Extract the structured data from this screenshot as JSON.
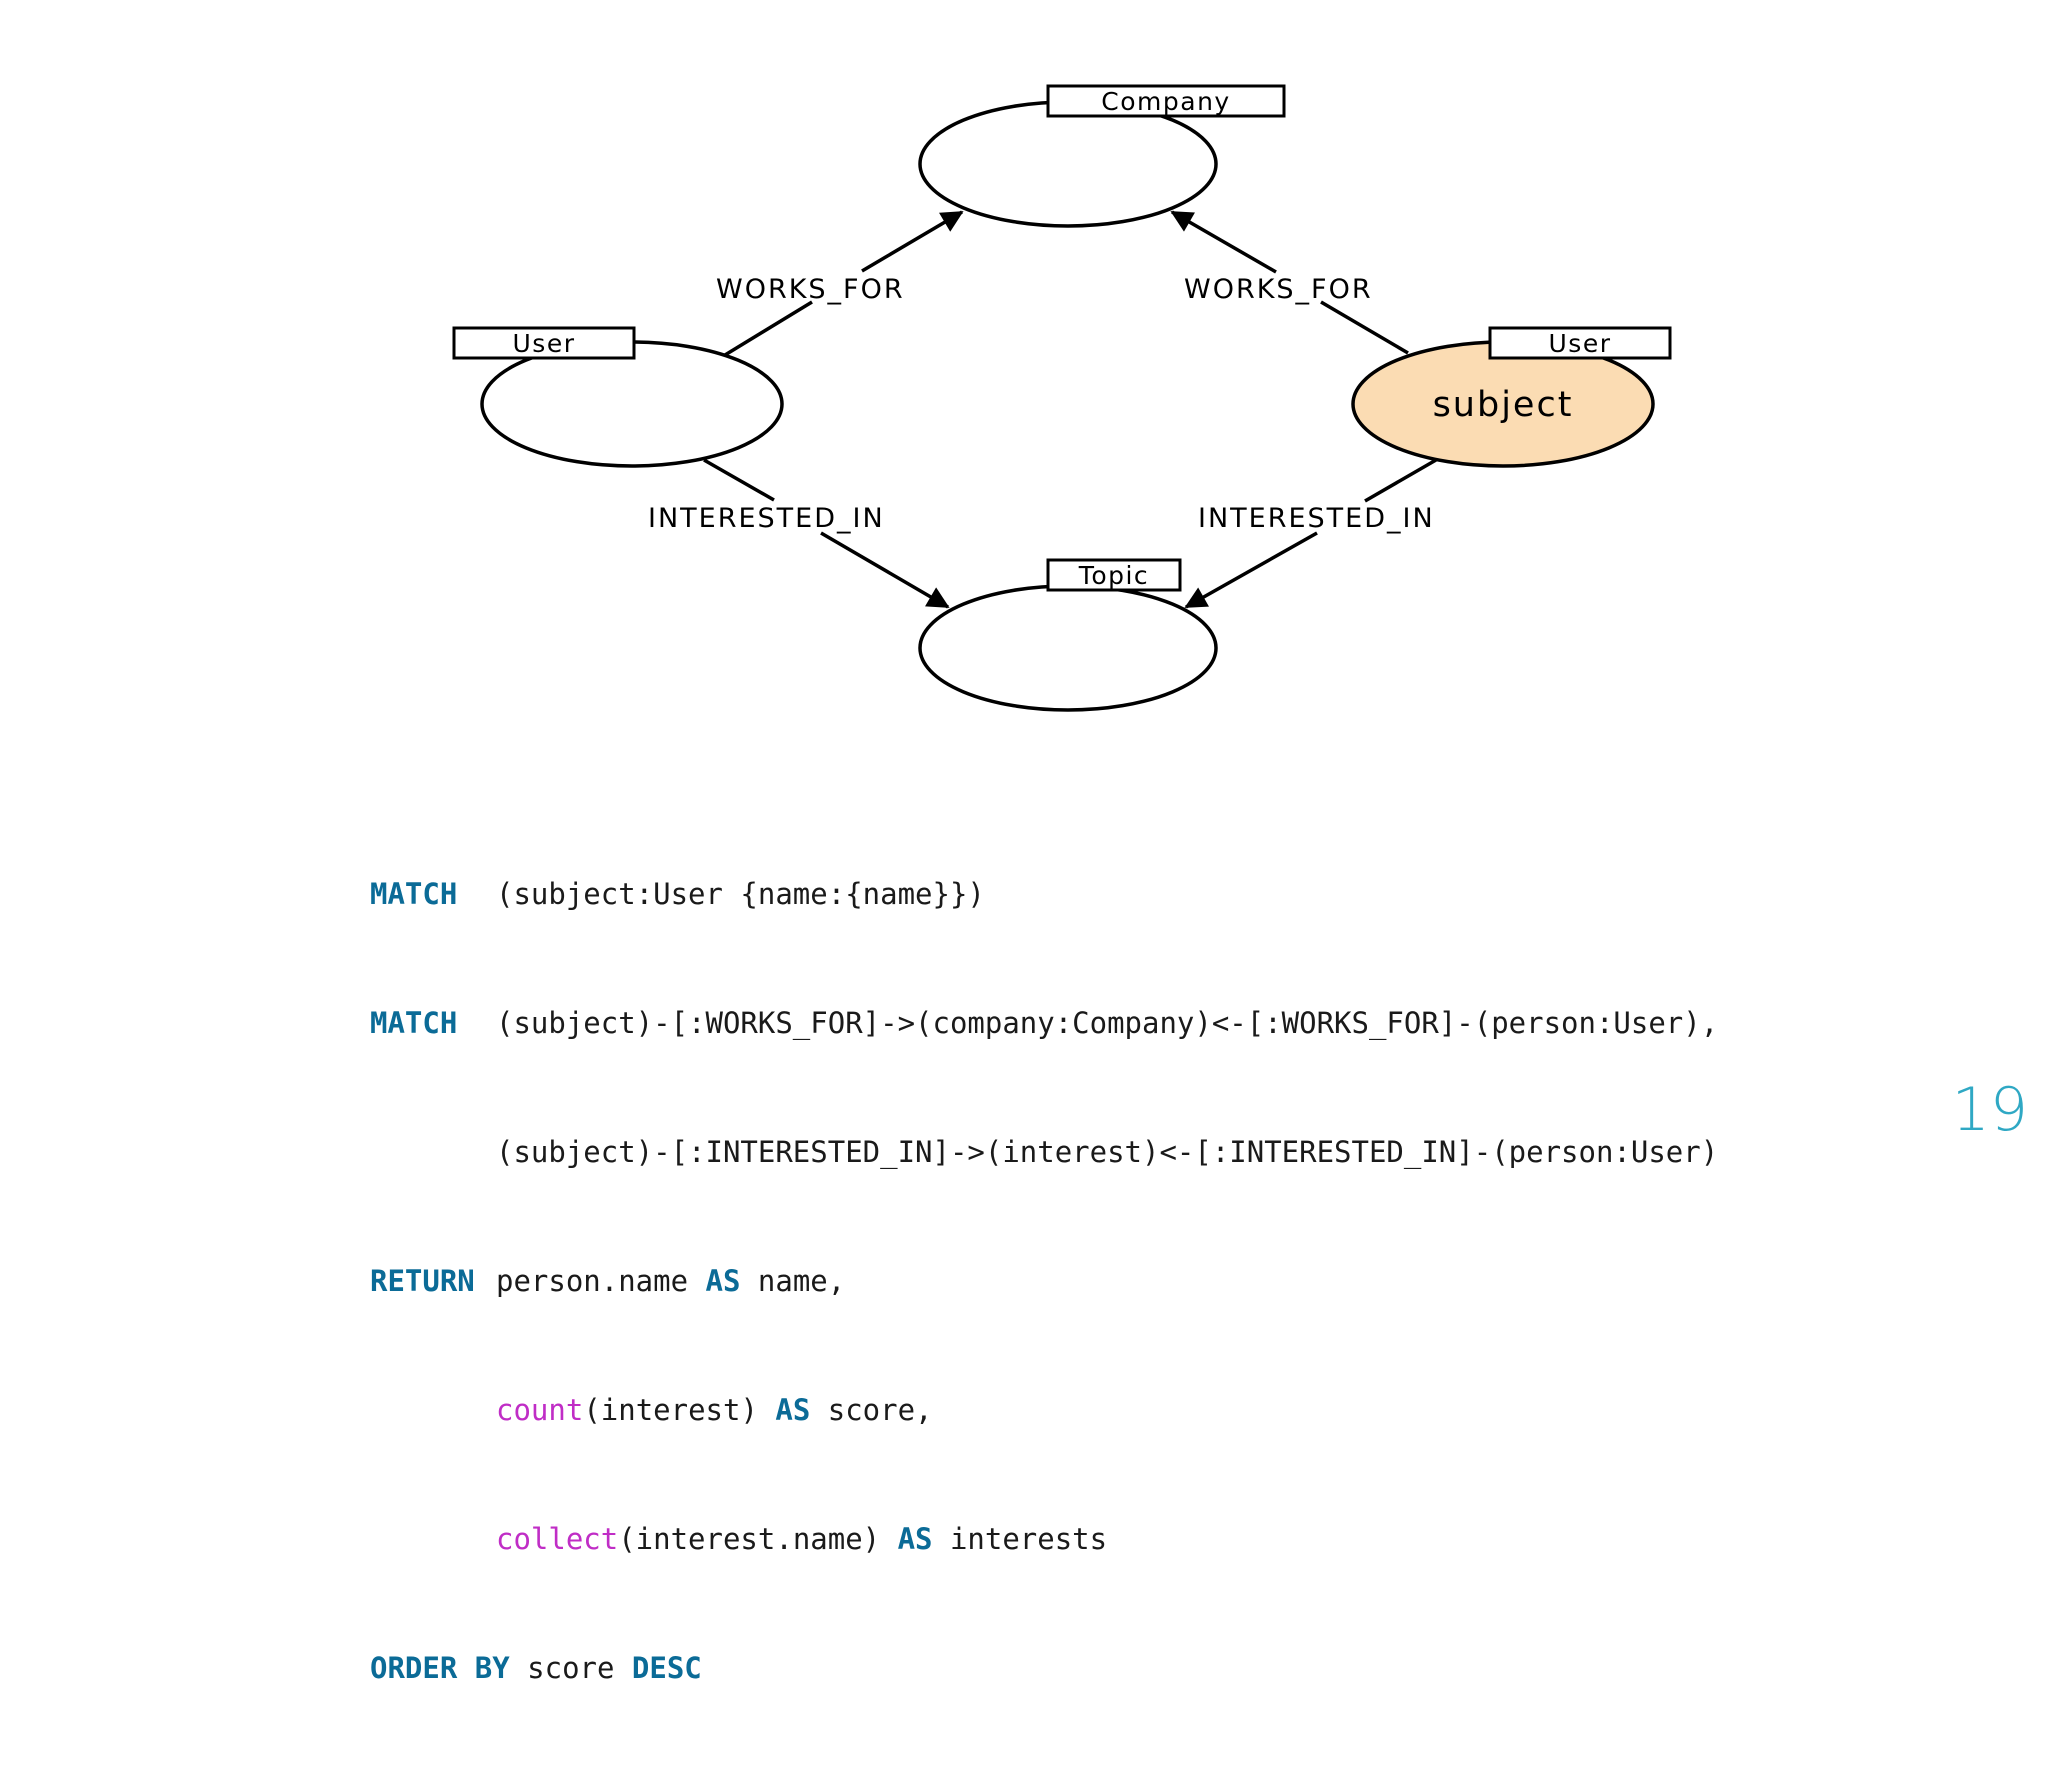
{
  "diagram": {
    "nodes": {
      "company": {
        "label": "Company"
      },
      "user_left": {
        "label": "User"
      },
      "user_subject": {
        "label": "User",
        "text": "subject"
      },
      "topic": {
        "label": "Topic"
      }
    },
    "edges": {
      "works_for_left": "WORKS_FOR",
      "works_for_right": "WORKS_FOR",
      "interested_in_left": "INTERESTED_IN",
      "interested_in_right": "INTERESTED_IN"
    },
    "colors": {
      "subject_fill": "#fbdcb3",
      "stroke": "#000000"
    }
  },
  "code": {
    "line1": {
      "kw": "MATCH",
      "rest": "(subject:User {name:{name}})"
    },
    "line2": {
      "kw": "MATCH",
      "rest": "(subject)-[:WORKS_FOR]->(company:Company)<-[:WORKS_FOR]-(person:User),"
    },
    "line3": {
      "rest": "(subject)-[:INTERESTED_IN]->(interest)<-[:INTERESTED_IN]-(person:User)"
    },
    "line4": {
      "kw": "RETURN",
      "rest1": "person.name ",
      "kw2": "AS",
      "rest2": " name,"
    },
    "line5": {
      "fn": "count",
      "rest1": "(interest) ",
      "kw2": "AS",
      "rest2": " score,"
    },
    "line6": {
      "fn": "collect",
      "rest1": "(interest.name) ",
      "kw2": "AS",
      "rest2": " interests"
    },
    "line7": {
      "kw": "ORDER BY",
      "rest1": " score ",
      "kw2": "DESC"
    },
    "colors": {
      "keyword": "#0b6b97",
      "function": "#c02dc6"
    }
  },
  "page_number": "19"
}
